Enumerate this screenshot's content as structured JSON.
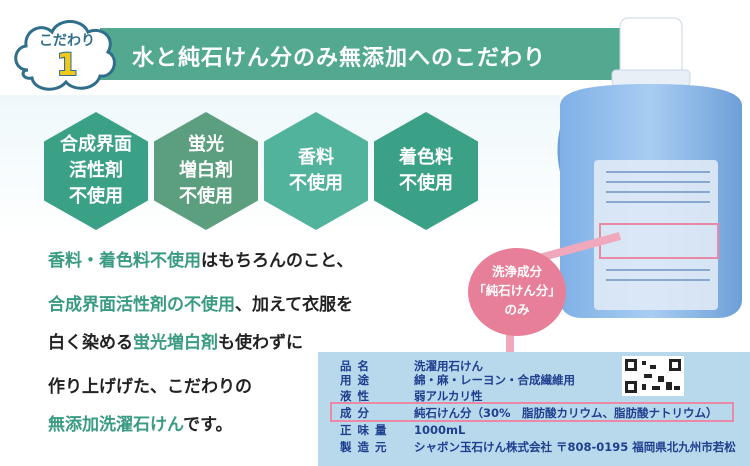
{
  "header": {
    "badge_title": "こだわり",
    "badge_number": "1",
    "title": "水と純石けん分のみ無添加へのこだわり"
  },
  "hexagons": [
    {
      "label": "合成界面\n活性剤\n不使用",
      "color": "#3aa187"
    },
    {
      "label": "蛍光\n増白剤\n不使用",
      "color": "#5c9f7e"
    },
    {
      "label": "香料\n不使用",
      "color": "#52b39c"
    },
    {
      "label": "着色料\n不使用",
      "color": "#3aa187"
    }
  ],
  "body": {
    "line1_hl": "香料・着色料不使用",
    "line1_rest": "はもちろんのこと、",
    "line2_hl": "合成界面活性剤の不使用",
    "line2_rest": "、加えて衣服を",
    "line3_pre": "白く染める",
    "line3_hl": "蛍光増白剤",
    "line3_rest": "も使わずに",
    "line4": "作り上げげた、こだわりの",
    "line5_hl": "無添加洗濯石けん",
    "line5_rest": "です。"
  },
  "callout": {
    "line1": "洗浄成分",
    "line2": "「純石けん分」",
    "line3": "のみ"
  },
  "label": {
    "rows": [
      {
        "key": "品名",
        "value": "洗濯用石けん"
      },
      {
        "key": "用途",
        "value": "綿・麻・レーヨン・合成繊維用"
      },
      {
        "key": "液性",
        "value": "弱アルカリ性"
      },
      {
        "key": "成分",
        "value": "純石けん分（30%　脂肪酸カリウム、脂肪酸ナトリウム）"
      },
      {
        "key": "正味量",
        "value": "1000mL"
      },
      {
        "key": "製造元",
        "value": "シャボン玉石けん株式会社 〒808-0195 福岡県北九州市若松"
      }
    ]
  },
  "colors": {
    "banner": "#52a98f",
    "accent": "#3a9b83",
    "callout": "#e87f98",
    "label_text": "#1f3f8f"
  }
}
